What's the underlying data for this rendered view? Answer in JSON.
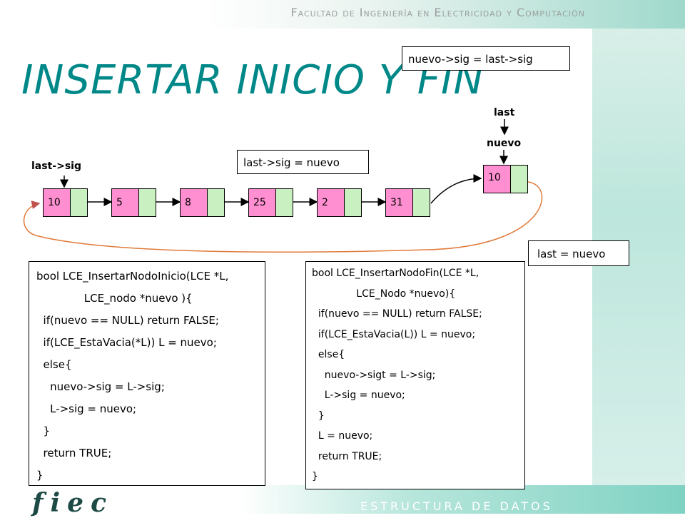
{
  "header": {
    "text": "Facultad de Ingeniería en Electricidad y Computación"
  },
  "title": "INSERTAR INICIO Y FIN",
  "footer": {
    "logo": "fiec",
    "subtitle": "ESTRUCTURA DE DATOS"
  },
  "callouts": {
    "nuevo_sig_last_sig": "nuevo->sig = last->sig",
    "last_sig_nuevo": "last->sig = nuevo",
    "last_nuevo": "last = nuevo"
  },
  "labels": {
    "last": "last",
    "nuevo": "nuevo",
    "last_sig": "last->sig"
  },
  "nodes": [
    "10",
    "5",
    "8",
    "25",
    "2",
    "31"
  ],
  "new_node": "10",
  "code_inicio": [
    "bool LCE_InsertarNodoInicio(LCE *L,",
    "              LCE_nodo *nuevo ){",
    "  if(nuevo == NULL) return FALSE;",
    "  if(LCE_EstaVacia(*L)) L = nuevo;",
    "  else{",
    "    nuevo->sig = L->sig;",
    "    L->sig = nuevo;",
    "  }",
    "  return TRUE;",
    "}"
  ],
  "code_fin": [
    "bool LCE_InsertarNodoFin(LCE *L,",
    "              LCE_Nodo *nuevo){",
    "  if(nuevo == NULL) return FALSE;",
    "  if(LCE_EstaVacia(L)) L = nuevo;",
    "  else{",
    "    nuevo->sigt = L->sig;",
    "    L->sig = nuevo;",
    "  }",
    "  L = nuevo;",
    "  return TRUE;",
    "}"
  ]
}
